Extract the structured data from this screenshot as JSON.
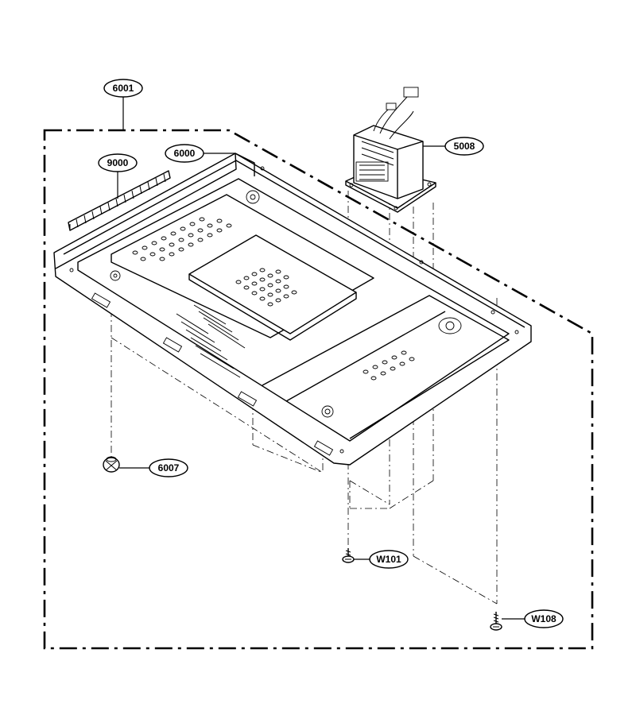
{
  "parts": {
    "p6001": "6001",
    "p6000": "6000",
    "p9000": "9000",
    "p5008": "5008",
    "p6007": "6007",
    "pW101": "W101",
    "pW108": "W108"
  },
  "colors": {
    "line": "#000000",
    "background": "#ffffff"
  },
  "icons": [
    "transformer",
    "base-plate",
    "gasket-strip",
    "rubber-foot",
    "screw-w101",
    "screw-w108"
  ]
}
